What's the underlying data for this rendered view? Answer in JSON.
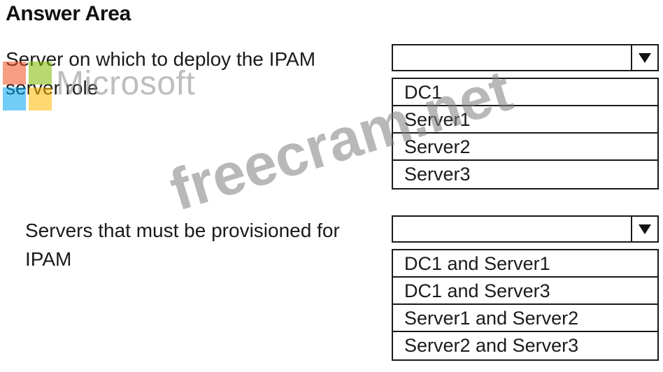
{
  "header": {
    "title": "Answer Area"
  },
  "questions": [
    {
      "label": "Server on which to deploy the IPAM server role",
      "selected_value": "",
      "options": [
        "DC1",
        "Server1",
        "Server2",
        "Server3"
      ]
    },
    {
      "label": "Servers that must be provisioned for IPAM",
      "selected_value": "",
      "options": [
        "DC1 and Server1",
        "DC1 and Server3",
        "Server1 and Server2",
        "Server2 and Server3"
      ]
    }
  ],
  "icons": {
    "dropdown_arrow": "triangle-down-icon"
  },
  "watermarks": {
    "logo_text": "Microsoft",
    "site_text": "freecram.net",
    "logo_colors": [
      "#f25022",
      "#7fba00",
      "#00a4ef",
      "#ffb900"
    ]
  }
}
